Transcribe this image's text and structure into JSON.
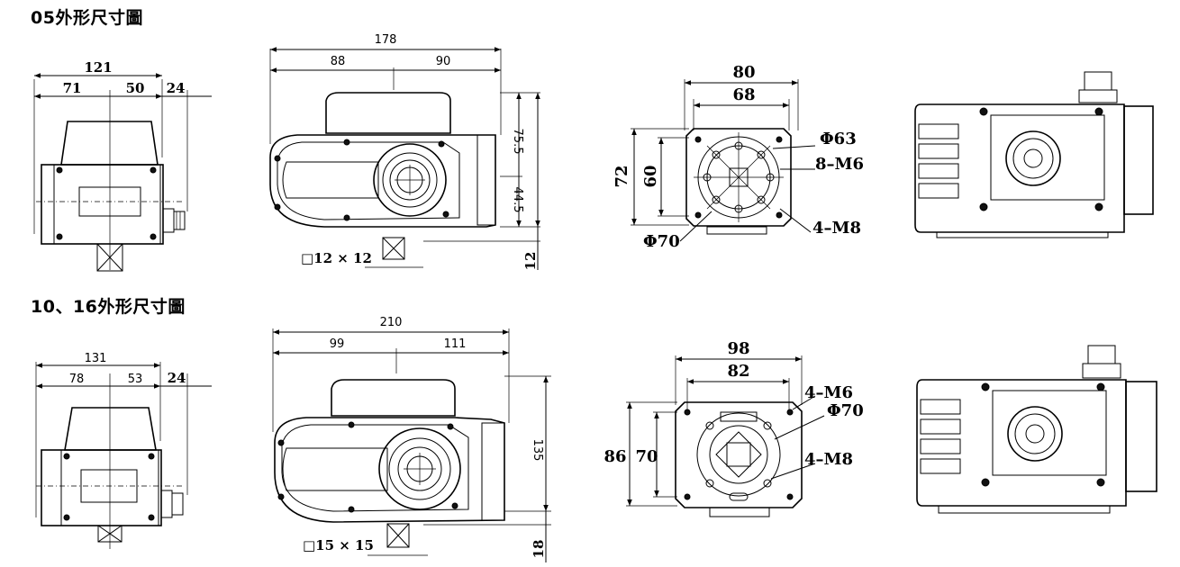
{
  "section1": {
    "title": "05外形尺寸圖",
    "side": {
      "overall": "121",
      "left": "71",
      "right": "50",
      "gland": "24"
    },
    "front": {
      "overall": "178",
      "left": "88",
      "right": "90",
      "upper": "75.5",
      "lower": "44.5",
      "bottom": "12",
      "square": "□12 × 12"
    },
    "flange": {
      "outer_w": "80",
      "inner_w": "68",
      "outer_h": "72",
      "inner_h": "60",
      "pcd_large": "Φ63",
      "bolts_small": "8–M6",
      "bolts_large": "4–M8",
      "pcd_small": "Φ70"
    }
  },
  "section2": {
    "title": "10、16外形尺寸圖",
    "side": {
      "overall": "131",
      "left": "78",
      "right": "53",
      "gland": "24"
    },
    "front": {
      "overall": "210",
      "left": "99",
      "right": "111",
      "height": "135",
      "bottom": "18",
      "square": "□15 × 15"
    },
    "flange": {
      "outer_w": "98",
      "inner_w": "82",
      "outer_h": "86",
      "inner_h": "70",
      "bolts_small": "4–M6",
      "pcd": "Φ70",
      "bolts_large": "4–M8"
    }
  }
}
